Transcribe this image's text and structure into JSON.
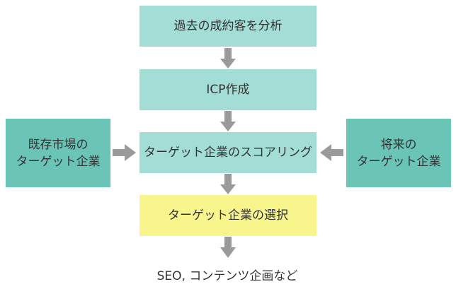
{
  "flow": {
    "step1": "過去の成約客を分析",
    "step2": "ICP作成",
    "step3": "ターゲット企業のスコアリング",
    "step4": "ターゲット企業の選択",
    "final": "SEO, コンテンツ企画など"
  },
  "left_box": {
    "line1": "既存市場の",
    "line2": "ターゲット企業"
  },
  "right_box": {
    "line1": "将来の",
    "line2": "ターゲット企業"
  },
  "colors": {
    "main_box": "#a3ded6",
    "side_box": "#6bc5b7",
    "highlight_box": "#f7f58c",
    "arrow": "#9a9a9a",
    "text": "#333333"
  }
}
